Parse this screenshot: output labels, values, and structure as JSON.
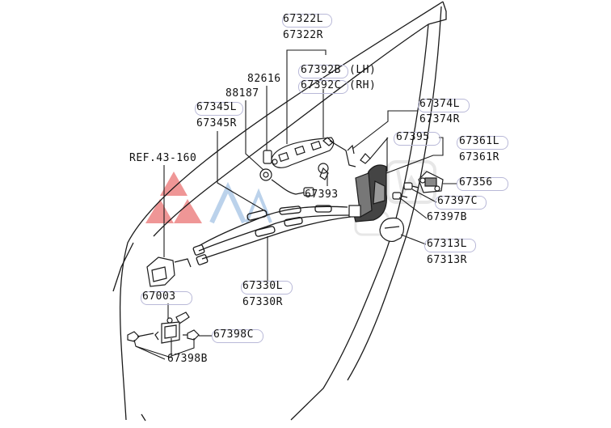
{
  "diagram": {
    "parts": {
      "p67322L": "67322L",
      "p67322R": "67322R",
      "p67392B": "67392B",
      "p67392B_note": "(LH)",
      "p67392C": "67392C",
      "p67392C_note": "(RH)",
      "p82616": "82616",
      "p88187": "88187",
      "p67345L": "67345L",
      "p67345R": "67345R",
      "ref": "REF.43-160",
      "p67374L": "67374L",
      "p67374R": "67374R",
      "p67395": "67395",
      "p67361L": "67361L",
      "p67361R": "67361R",
      "p67356": "67356",
      "p67397C": "67397C",
      "p67397B": "67397B",
      "p67393": "67393",
      "p67313L": "67313L",
      "p67313R": "67313R",
      "p67330L": "67330L",
      "p67330R": "67330R",
      "p67003": "67003",
      "p67398C": "67398C",
      "p67398B": "67398B"
    },
    "colors": {
      "line": "#1a1a1a",
      "pill_border": "#b9b9d8",
      "logo_red": "#e03030",
      "logo_blue": "#7aa7d8"
    }
  }
}
